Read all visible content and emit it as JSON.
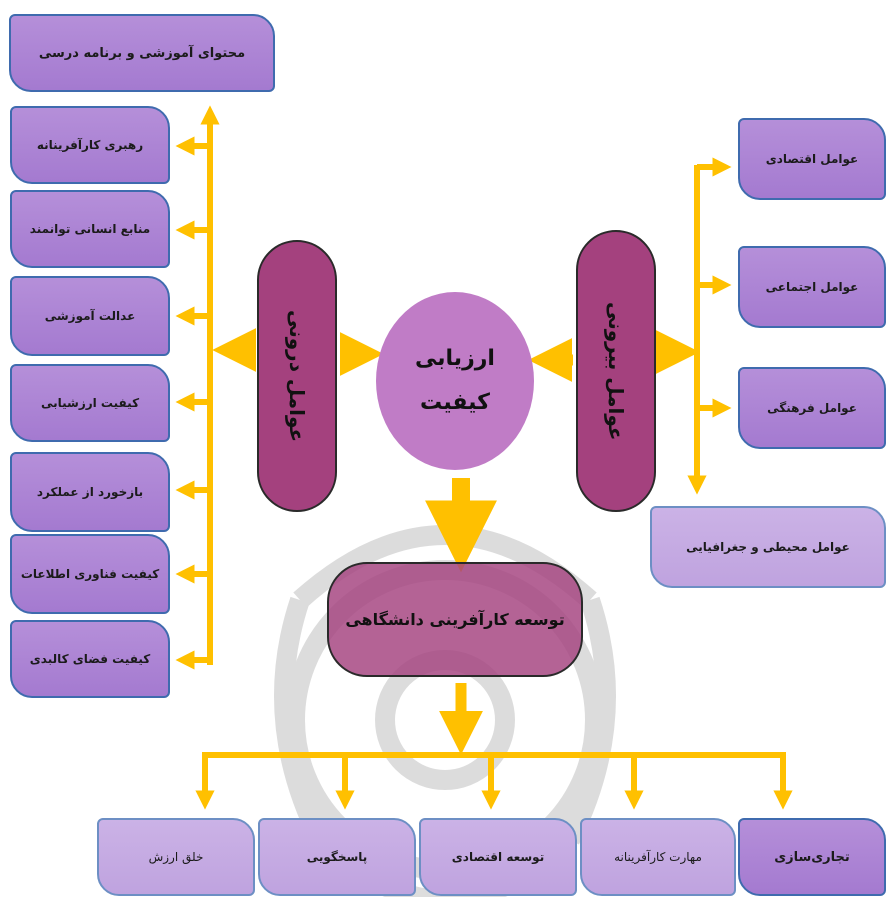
{
  "center": {
    "line1": "ارزیابی",
    "line2": "کیفیت"
  },
  "internal_factors": "عوامل درونی",
  "external_factors": "عوامل بیرونی",
  "development": "توسعه کارآفرینی دانشگاهی",
  "internal_items": [
    "محتوای آموزشی و برنامه درسی",
    "رهبری کارآفرینانه",
    "منابع انسانی توانمند",
    "عدالت آموزشی",
    "کیفیت ارزشیابی",
    "بازخورد از عملکرد",
    "کیفیت فناوری اطلاعات",
    "کیفیت فضای کالبدی"
  ],
  "external_items": [
    "عوامل اقتصادی",
    "عوامل اجتماعی",
    "عوامل فرهنگی",
    "عوامل محیطی و جغرافیایی"
  ],
  "outcomes": [
    "تجاری‌سازی",
    "مهارت کارآفرینانه",
    "توسعه اقتصادی",
    "پاسخگویی",
    "خلق ارزش"
  ],
  "colors": {
    "arrow": "#ffc000",
    "box_fill": "#a47ad0",
    "box_border": "#3f6bae",
    "pill_fill": "#a4417e",
    "circle_fill": "#c07cc6"
  }
}
